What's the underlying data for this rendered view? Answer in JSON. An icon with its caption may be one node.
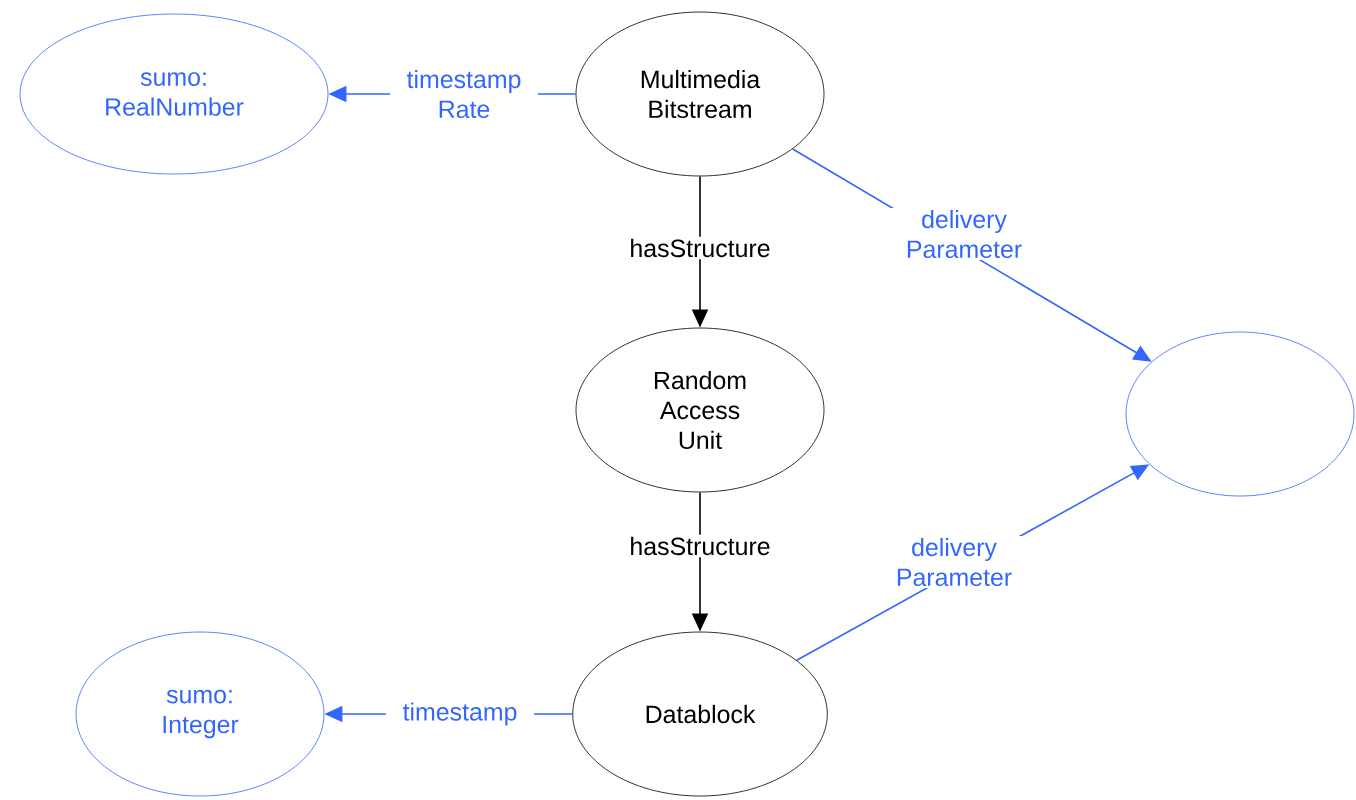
{
  "diagram": {
    "nodes": [
      {
        "text": [
          "Multimedia Bitstream"
        ]
      },
      {
        "text": [
          "sumo: RealNumber"
        ]
      },
      {
        "text": [
          "Random Access Unit"
        ]
      },
      {
        "text": [
          "Datablock"
        ]
      },
      {
        "text": [
          "sumo: Integer"
        ]
      },
      {
        "text": [],
        "shape": "circle"
      }
    ],
    "edges": [
      {
        "from": 0,
        "to": 1,
        "arrow": "to",
        "label": "timestamp Rate"
      },
      {
        "from": 0,
        "to": 2,
        "arrow": "to",
        "label": "hasStructure",
        "color": "#000000"
      },
      {
        "from": 0,
        "to": 5,
        "arrow": "to",
        "label": "delivery Parameter"
      },
      {
        "from": 2,
        "to": 3,
        "arrow": "to",
        "label": "hasStructure",
        "color": "#000000"
      },
      {
        "from": 3,
        "to": 5,
        "arrow": "to",
        "label": "delivery Parameter"
      },
      {
        "from": 3,
        "to": 4,
        "arrow": "to",
        "label": "timestamp"
      }
    ]
  }
}
